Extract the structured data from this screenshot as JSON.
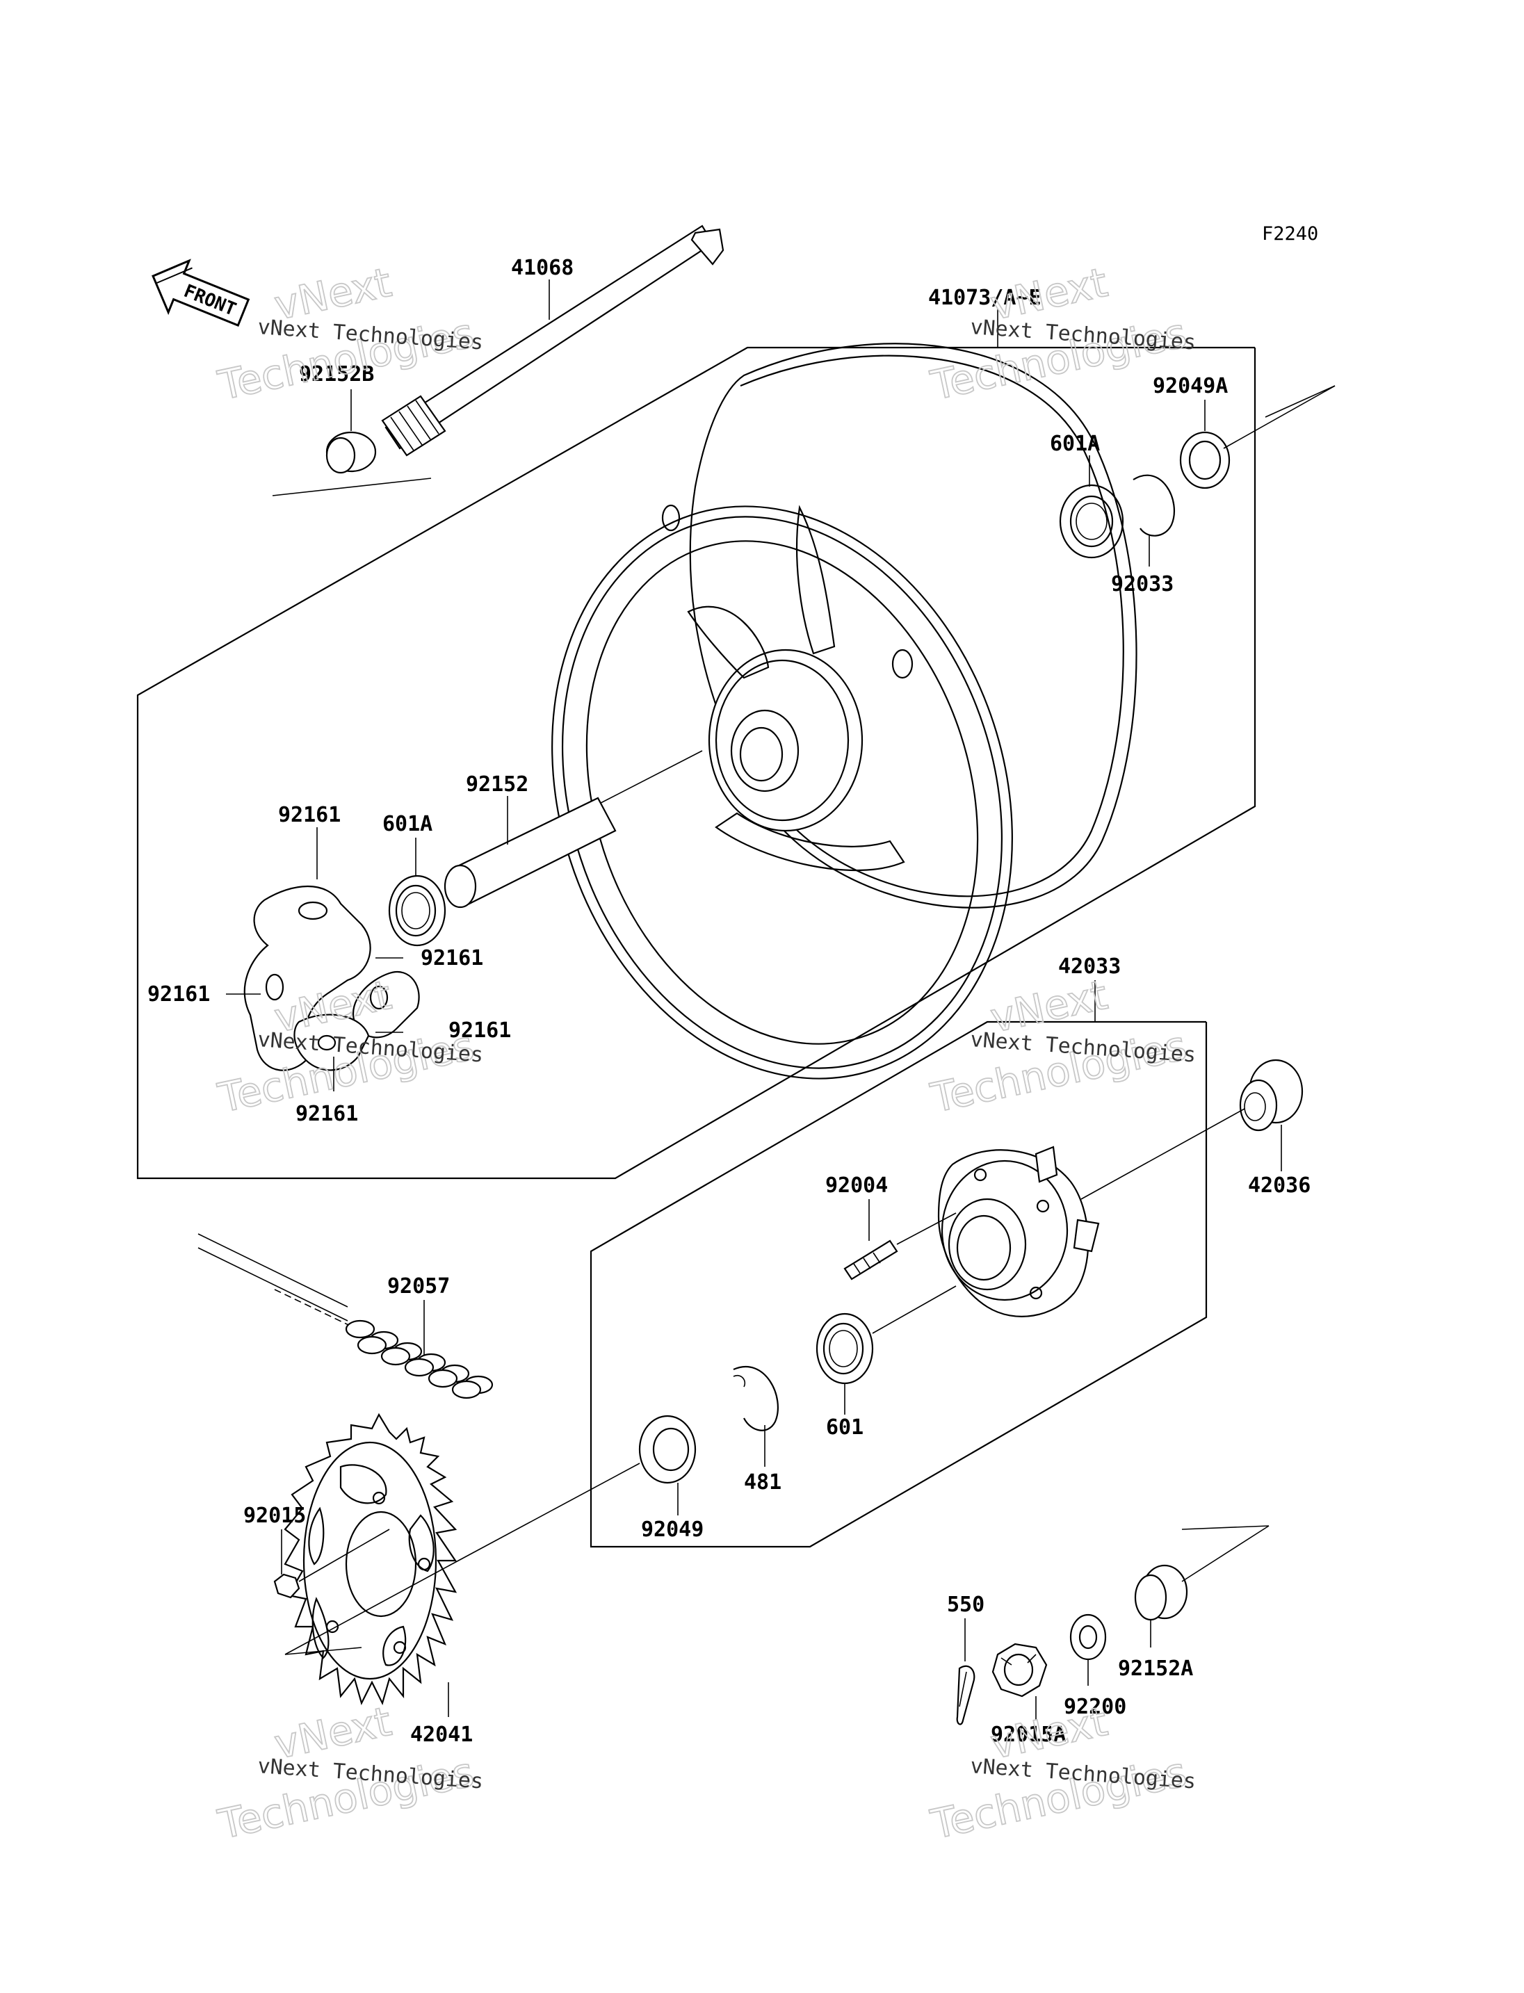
{
  "figure_code": "F2240",
  "front_sign": "FRONT",
  "watermark": {
    "line": "vNext Technologies",
    "big_top": "vNext",
    "big_bottom": "Technologies"
  },
  "parts": {
    "p41068": "41068",
    "p92152B": "92152B",
    "p41073": "41073/A~E",
    "p92049A": "92049A",
    "p601A_top": "601A",
    "p92033": "92033",
    "p92152": "92152",
    "p601A_mid": "601A",
    "p92161_a": "92161",
    "p92161_b": "92161",
    "p92161_c": "92161",
    "p92161_d": "92161",
    "p92161_e": "92161",
    "p42033": "42033",
    "p42036": "42036",
    "p92004": "92004",
    "p92057": "92057",
    "p601": "601",
    "p481": "481",
    "p92049": "92049",
    "p92015": "92015",
    "p42041": "42041",
    "p550": "550",
    "p92200": "92200",
    "p92152A": "92152A",
    "p92015A": "92015A"
  }
}
